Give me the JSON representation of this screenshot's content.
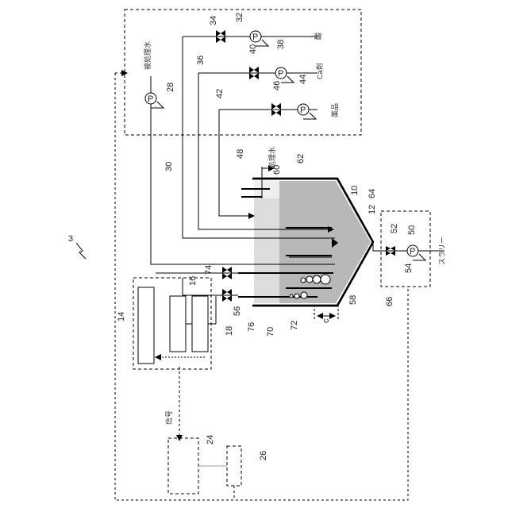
{
  "labels": {
    "system": "3",
    "n10": "10",
    "n12": "12",
    "n14": "14",
    "n16": "16",
    "n18": "18",
    "n24": "24",
    "n26": "26",
    "n28": "28",
    "n30": "30",
    "n32": "32",
    "n34": "34",
    "n36": "36",
    "n38": "38",
    "n40": "40",
    "n42": "42",
    "n44": "44",
    "n46": "46",
    "n48": "48",
    "n50": "50",
    "n52": "52",
    "n54": "54",
    "n56": "56",
    "n58": "58",
    "n60": "60",
    "n62": "62",
    "n64": "64",
    "n66": "66",
    "n70": "70",
    "n72": "72",
    "n74": "74",
    "n76": "76"
  },
  "texts": {
    "raw_water": "被処理水",
    "acid": "酸",
    "ca_agent": "Ca剤",
    "chemical": "薬品",
    "treated_water": "処理水",
    "slurry": "スラリー",
    "signal": "信号",
    "pump": "P",
    "c_dim": "c"
  }
}
